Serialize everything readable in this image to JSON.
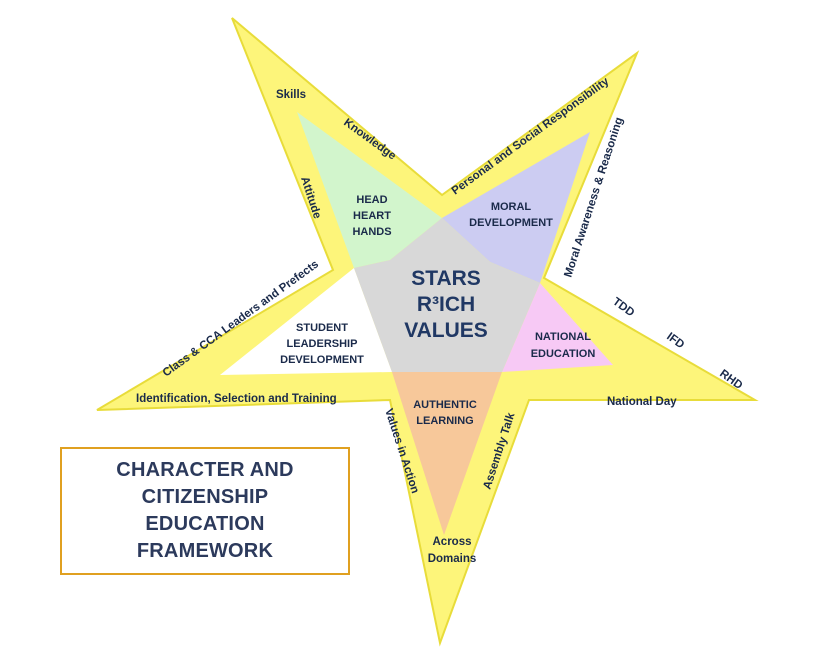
{
  "center": {
    "line1": "STARS",
    "line2": "R³ICH",
    "line3": "VALUES"
  },
  "segments": {
    "head_heart_hands": [
      "HEAD",
      "HEART",
      "HANDS"
    ],
    "moral_development": [
      "MORAL",
      "DEVELOPMENT"
    ],
    "national_education": [
      "NATIONAL",
      "EDUCATION"
    ],
    "authentic_learning": [
      "AUTHENTIC",
      "LEARNING"
    ],
    "student_leadership": [
      "STUDENT",
      "LEADERSHIP",
      "DEVELOPMENT"
    ]
  },
  "arm_labels": {
    "skills": "Skills",
    "knowledge": "Knowledge",
    "attitude": "Attitude",
    "personal_social": "Personal and Social Responsibility",
    "moral_awareness": "Moral Awareness & Reasoning",
    "tdd": "TDD",
    "ifd": "IFD",
    "rhd": "RHD",
    "national_day": "National Day",
    "assembly_talk": "Assembly Talk",
    "values_in_action": "Values in Action",
    "across_domains": [
      "Across",
      "Domains"
    ],
    "identification": "Identification, Selection and Training",
    "class_cca": "Class & CCA Leaders and Prefects"
  },
  "title": [
    "CHARACTER AND",
    "CITIZENSHIP",
    "EDUCATION",
    "FRAMEWORK"
  ],
  "colors": {
    "star": "#fdf57a",
    "star_outline": "#e8dc3a",
    "head_heart_hands": "#d2f5cc",
    "moral_development": "#ccccf2",
    "national_education": "#f7c9f5",
    "authentic_learning": "#f7c89a",
    "student_leadership": "#ffffff",
    "center": "#d8d8d8",
    "title_border": "#e0a020"
  }
}
